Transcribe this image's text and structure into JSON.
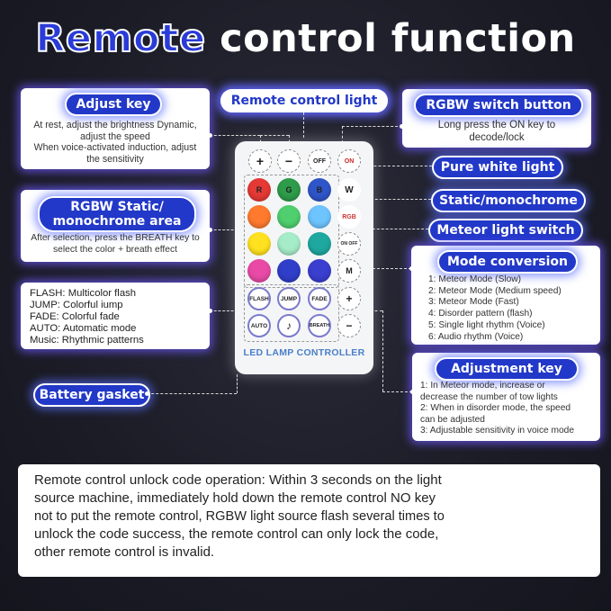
{
  "title": {
    "part1": "Remote",
    "part2": "control function"
  },
  "adjust_key": {
    "label": "Adjust key",
    "lines": [
      "At rest, adjust the brightness Dynamic,",
      "adjust the speed",
      "When voice-activated induction, adjust",
      "the sensitivity"
    ]
  },
  "remote_control_light": {
    "label": "Remote control light"
  },
  "rgbw_switch": {
    "label": "RGBW switch button",
    "lines": [
      "Long press the ON key to",
      "decode/lock"
    ]
  },
  "pure_white": {
    "label": "Pure white light"
  },
  "static_mono": {
    "label": "Static/monochrome"
  },
  "meteor_switch": {
    "label": "Meteor light switch"
  },
  "rgbw_static": {
    "label_line1": "RGBW Static/",
    "label_line2": "monochrome area",
    "lines": [
      "After selection, press the BREATH key to",
      "select the color + breath effect"
    ]
  },
  "effects": {
    "lines": [
      "FLASH: Multicolor flash",
      "JUMP: Colorful iump",
      "FADE: Colorful fade",
      "AUTO: Automatic mode",
      "Music: Rhythmic patterns"
    ]
  },
  "mode_conversion": {
    "label": "Mode conversion",
    "lines": [
      "1: Meteor Mode (Slow)",
      "2: Meteor Mode (Medium speed)",
      "3: Meteor Mode (Fast)",
      "4: Disorder pattern (flash)",
      "5: Single light rhythm (Voice)",
      "6: Audio rhythm (Voice)"
    ]
  },
  "adjustment_key": {
    "label": "Adjustment key",
    "lines": [
      "1: In Meteor mode, increase or",
      "decrease the number of tow lights",
      " 2: When in disorder mode, the speed",
      "can be adjusted",
      "3: Adjustable sensitivity in voice mode"
    ]
  },
  "battery": {
    "label": "Battery gasket"
  },
  "remote": {
    "top_buttons": [
      "+",
      "−",
      "OFF",
      "ON"
    ],
    "color_labels": [
      "R",
      "G",
      "B"
    ],
    "side_buttons": [
      "W",
      "RGB",
      "ON OFF",
      "M",
      "+",
      "−"
    ],
    "effect_buttons": [
      "FLASH",
      "JUMP",
      "FADE",
      "AUTO",
      "♪",
      "BREATH"
    ],
    "brand": "LED LAMP CONTROLLER",
    "colors": [
      "#e53935",
      "#2e9c4a",
      "#2f56c9",
      "#ff7a2e",
      "#4fcf6e",
      "#6ec4ff",
      "#ffe11f",
      "#a6ecc8",
      "#1fa8a0",
      "#e84aa6",
      "#2f3fc9",
      "#3a3fd0"
    ]
  },
  "unlock": {
    "lines": [
      "Remote control unlock code operation: Within 3 seconds on the light",
      "source machine, immediately hold down the remote control NO key",
      "not to put the remote control, RGBW light source flash several times to",
      "unlock the code success, the remote control can only lock the code,",
      "other remote control is invalid."
    ]
  },
  "accent_colors": {
    "pill": "#2238c8",
    "glow": "#6e5aff"
  }
}
